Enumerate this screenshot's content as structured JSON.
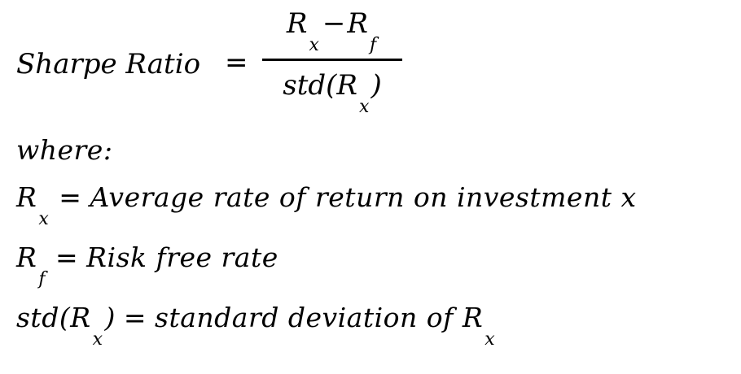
{
  "formula": {
    "lhs": "Sharpe Ratio",
    "equals": "=",
    "numerator": {
      "term1": "R",
      "term1_sub": "x",
      "operator": "−",
      "term2": "R",
      "term2_sub": "f"
    },
    "denominator": {
      "func": "std(",
      "term": "R",
      "term_sub": "x",
      "close": ")"
    }
  },
  "where_label": "where:",
  "definitions": [
    {
      "symbol": "R",
      "symbol_sub": "x",
      "equals": "=",
      "meaning": "Average rate of return on investment x"
    },
    {
      "symbol": "R",
      "symbol_sub": "f",
      "equals": "=",
      "meaning": "Risk free rate"
    },
    {
      "symbol_prefix": "std(",
      "symbol": "R",
      "symbol_sub": "x",
      "symbol_suffix": ")",
      "equals": "=",
      "meaning": "standard deviation of R",
      "meaning_sub": "x"
    }
  ],
  "colors": {
    "text": "#000000",
    "background": "#ffffff"
  }
}
